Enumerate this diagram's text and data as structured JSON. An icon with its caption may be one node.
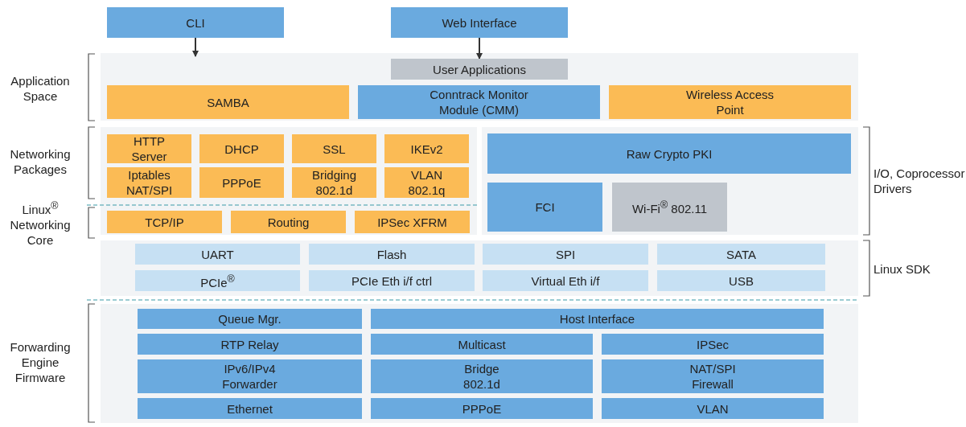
{
  "diagram": {
    "nodes": [
      {
        "text": [
          "CLI"
        ]
      },
      {
        "text": [
          "Web Interface"
        ]
      },
      {
        "text": [
          "User Applications"
        ]
      },
      {
        "text": [
          "SAMBA"
        ]
      },
      {
        "text": [
          "Conntrack Monitor Module (CMM)"
        ]
      },
      {
        "text": [
          "Wireless Access Point"
        ]
      },
      {
        "text": [
          "HTTP Server"
        ]
      },
      {
        "text": [
          "DHCP"
        ]
      },
      {
        "text": [
          "SSL"
        ]
      },
      {
        "text": [
          "IKEv2"
        ]
      },
      {
        "text": [
          "Iptables NAT/SPI"
        ]
      },
      {
        "text": [
          "PPPoE"
        ]
      },
      {
        "text": [
          "Bridging 802.1d"
        ]
      },
      {
        "text": [
          "VLAN 802.1q"
        ]
      },
      {
        "text": [
          "TCP/IP"
        ]
      },
      {
        "text": [
          "Routing"
        ]
      },
      {
        "text": [
          "IPSec XFRM"
        ]
      },
      {
        "text": [
          "Raw Crypto PKI"
        ]
      },
      {
        "text": [
          "FCI"
        ]
      },
      {
        "text": [
          "Wi-Fi$^{®}$ 802.11"
        ]
      },
      {
        "text": [
          "UART"
        ]
      },
      {
        "text": [
          "Flash"
        ]
      },
      {
        "text": [
          "SPI"
        ]
      },
      {
        "text": [
          "SATA"
        ]
      },
      {
        "text": [
          "PCIe$^{®}$"
        ]
      },
      {
        "text": [
          "PCIe Eth i/f ctrl"
        ]
      },
      {
        "text": [
          "Virtual Eth i/f"
        ]
      },
      {
        "text": [
          "USB"
        ]
      },
      {
        "text": [
          "Queue Mgr."
        ]
      },
      {
        "text": [
          "Host Interface"
        ]
      },
      {
        "text": [
          "RTP Relay"
        ]
      },
      {
        "text": [
          "Multicast"
        ]
      },
      {
        "text": [
          "IPSec"
        ]
      },
      {
        "text": [
          "IPv6/IPv4 Forwarder"
        ]
      },
      {
        "text": [
          "Bridge 802.1d"
        ]
      },
      {
        "text": [
          "NAT/SPI Firewall"
        ]
      },
      {
        "text": [
          "Ethernet"
        ]
      },
      {
        "text": [
          "PPPoE"
        ]
      },
      {
        "text": [
          "VLAN"
        ]
      }
    ],
    "edges": [
      {
        "from": 0,
        "to": null,
        "arrow": "to"
      },
      {
        "from": 1,
        "to": 2,
        "arrow": "to"
      }
    ],
    "labels": [
      "Application Space",
      "Networking Packages",
      "Linux$^{®}$ Networking Core",
      "Forwarding Engine Firmware",
      "I/O, Coprocessor Drivers",
      "Linux SDK"
    ]
  }
}
